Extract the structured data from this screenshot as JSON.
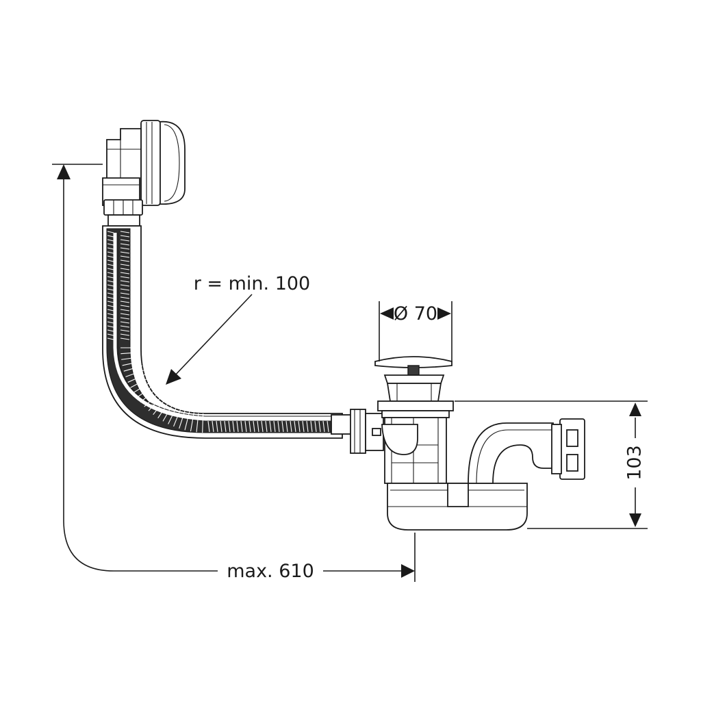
{
  "labels": {
    "radius": "r = min. 100",
    "diameter": "Ø 70",
    "height": "103",
    "length": "max. 610"
  },
  "colors": {
    "line": "#1a1a1a",
    "background": "#ffffff"
  }
}
